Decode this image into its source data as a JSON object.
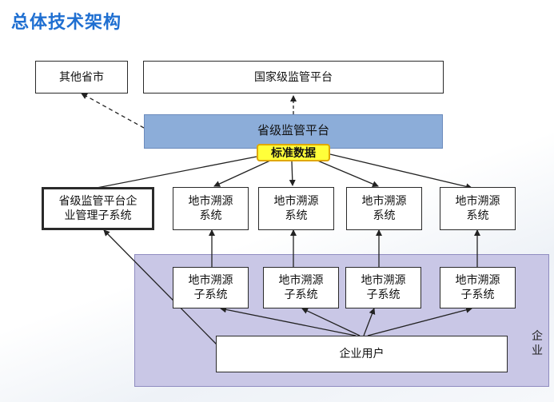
{
  "title": "总体技术架构",
  "boxes": {
    "other_province": "其他省市",
    "national": "国家级监管平台",
    "provincial": "省级监管平台",
    "standard_data": "标准数据",
    "enterprise_subsystem": [
      "省级监管平台企",
      "业管理子系统"
    ],
    "city_systems": [
      [
        "地市溯源",
        "系统"
      ],
      [
        "地市溯源",
        "系统"
      ],
      [
        "地市溯源",
        "系统"
      ],
      [
        "地市溯源",
        "系统"
      ]
    ],
    "city_subsystems": [
      [
        "地市溯源",
        "子系统"
      ],
      [
        "地市溯源",
        "子系统"
      ],
      [
        "地市溯源",
        "子系统"
      ],
      [
        "地市溯源",
        "子系统"
      ]
    ],
    "enterprise_user": "企业用户"
  },
  "region_label": [
    "企",
    "业"
  ],
  "colors": {
    "title": "#1f6fd1",
    "provincial_fill": "#8cadd9",
    "standard_fill": "#ffff3a",
    "region_fill": "#c9c7e6"
  }
}
